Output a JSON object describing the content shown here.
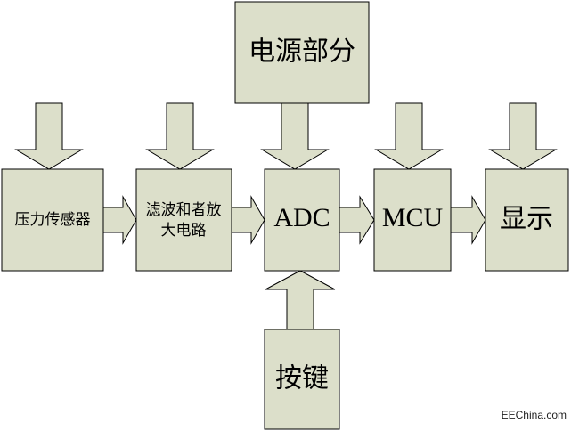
{
  "blocks": {
    "pressure_sensor": {
      "label": "压力传感器"
    },
    "filter_amp": {
      "line1": "滤波和者放",
      "line2": "大电路"
    },
    "adc": {
      "label": "ADC"
    },
    "mcu": {
      "label": "MCU"
    },
    "display": {
      "label": "显示"
    },
    "power": {
      "label": "电源部分"
    },
    "keys": {
      "label": "按键"
    }
  },
  "watermark": "EEChina.com",
  "colors": {
    "block_fill": "#dcdfca",
    "stroke": "#000000",
    "background": "#ffffff"
  }
}
